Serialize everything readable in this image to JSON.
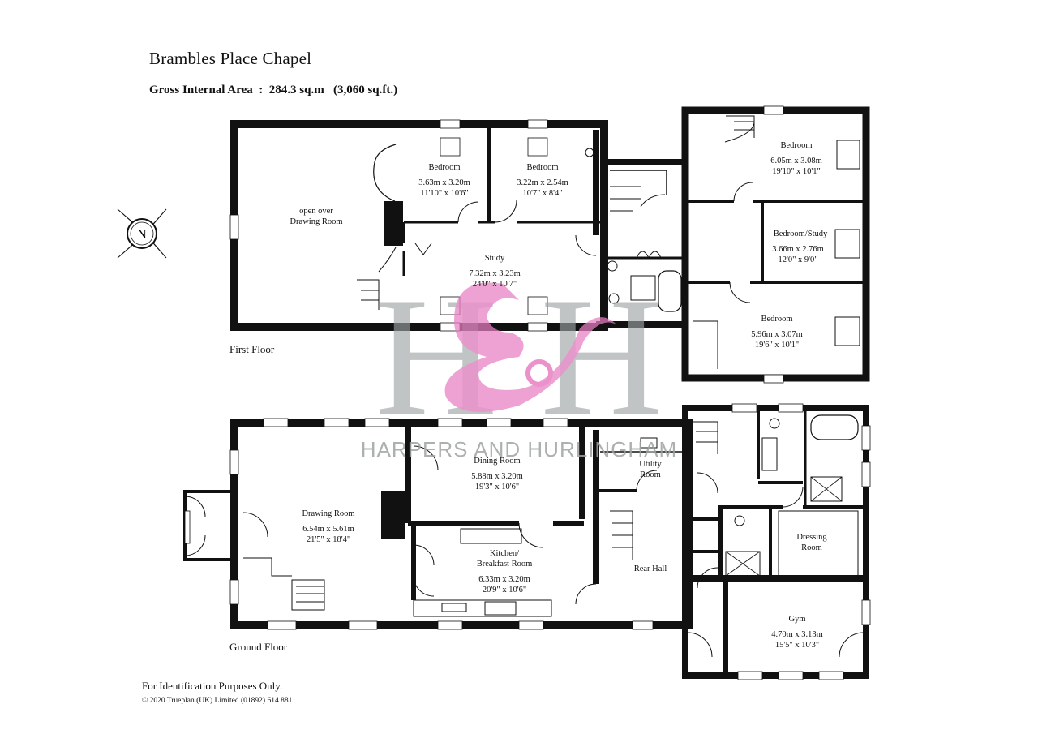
{
  "header": {
    "title": "Brambles Place Chapel",
    "area": "Gross Internal Area  :  284.3 sq.m   (3,060 sq.ft.)"
  },
  "compass": {
    "label": "N",
    "icon": "north-compass-icon"
  },
  "watermark": {
    "brand": "HARPERS AND HURLINGHAM",
    "icon": "hh-monogram-logo"
  },
  "floors": {
    "first": "First Floor",
    "ground": "Ground Floor"
  },
  "rooms": {
    "open_over": {
      "name1": "open over",
      "name2": "Drawing Room"
    },
    "ff_bedroom1": {
      "name": "Bedroom",
      "metric": "3.63m  x  3.20m",
      "imperial": "11'10\"  x  10'6\""
    },
    "ff_bedroom2": {
      "name": "Bedroom",
      "metric": "3.22m  x  2.54m",
      "imperial": "10'7\"  x  8'4\""
    },
    "study": {
      "name": "Study",
      "metric": "7.32m  x  3.23m",
      "imperial": "24'0\"  x  10'7\""
    },
    "ff_bedroom3": {
      "name": "Bedroom",
      "metric": "6.05m  x  3.08m",
      "imperial": "19'10\"  x  10'1\""
    },
    "bedroom_study": {
      "name": "Bedroom/Study",
      "metric": "3.66m  x  2.76m",
      "imperial": "12'0\"  x  9'0\""
    },
    "ff_bedroom4": {
      "name": "Bedroom",
      "metric": "5.96m  x  3.07m",
      "imperial": "19'6\"  x  10'1\""
    },
    "drawing_room": {
      "name": "Drawing Room",
      "metric": "6.54m  x  5.61m",
      "imperial": "21'5\"  x  18'4\""
    },
    "dining_room": {
      "name": "Dining Room",
      "metric": "5.88m  x  3.20m",
      "imperial": "19'3\"  x  10'6\""
    },
    "kitchen": {
      "name1": "Kitchen/",
      "name2": "Breakfast Room",
      "metric": "6.33m  x  3.20m",
      "imperial": "20'9\"  x  10'6\""
    },
    "utility": {
      "name1": "Utility",
      "name2": "Room"
    },
    "rear_hall": {
      "name": "Rear Hall"
    },
    "dressing": {
      "name1": "Dressing",
      "name2": "Room"
    },
    "gym": {
      "name": "Gym",
      "metric": "4.70m  x  3.13m",
      "imperial": "15'5\"  x  10'3\""
    }
  },
  "footer": {
    "note": "For Identification Purposes Only.",
    "copyright": "© 2020 Trueplan (UK) Limited  (01892) 614 881"
  },
  "colors": {
    "wall": "#111111",
    "watermark_grey": "#9ea3a3",
    "watermark_pink": "#e87fc4"
  }
}
